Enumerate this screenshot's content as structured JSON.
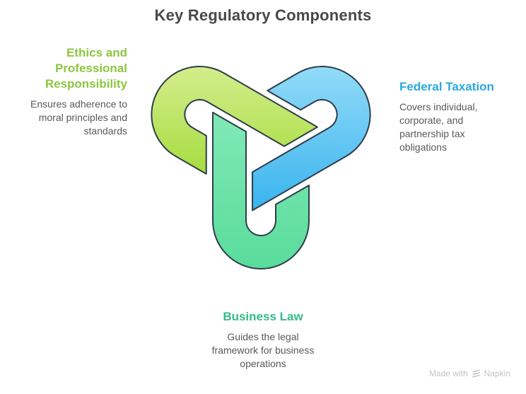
{
  "title": "Key Regulatory Components",
  "diagram": {
    "type": "interlocking-trefoil",
    "nodes": [
      {
        "id": "ethics",
        "label": "Ethics and\nProfessional\nResponsibility",
        "description": "Ensures adherence to\nmoral principles and\nstandards",
        "position": "left",
        "heading_color": "#8dc63f",
        "arm_gradient": [
          "#d4ed8c",
          "#a5dc3e"
        ]
      },
      {
        "id": "federal-taxation",
        "label": "Federal Taxation",
        "description": "Covers individual,\ncorporate, and\npartnership tax\nobligations",
        "position": "right",
        "heading_color": "#29a9e0",
        "arm_gradient": [
          "#92dbf8",
          "#38b3ee"
        ]
      },
      {
        "id": "business-law",
        "label": "Business Law",
        "description": "Guides the legal\nframework for business\noperations",
        "position": "bottom",
        "heading_color": "#36bb87",
        "arm_gradient": [
          "#82e9b7",
          "#58dc9a"
        ]
      }
    ],
    "outline_color": "#2e3d4b",
    "title_color": "#484848",
    "body_text_color": "#58595b"
  },
  "watermark": {
    "prefix": "Made with",
    "brand": "Napkin"
  }
}
